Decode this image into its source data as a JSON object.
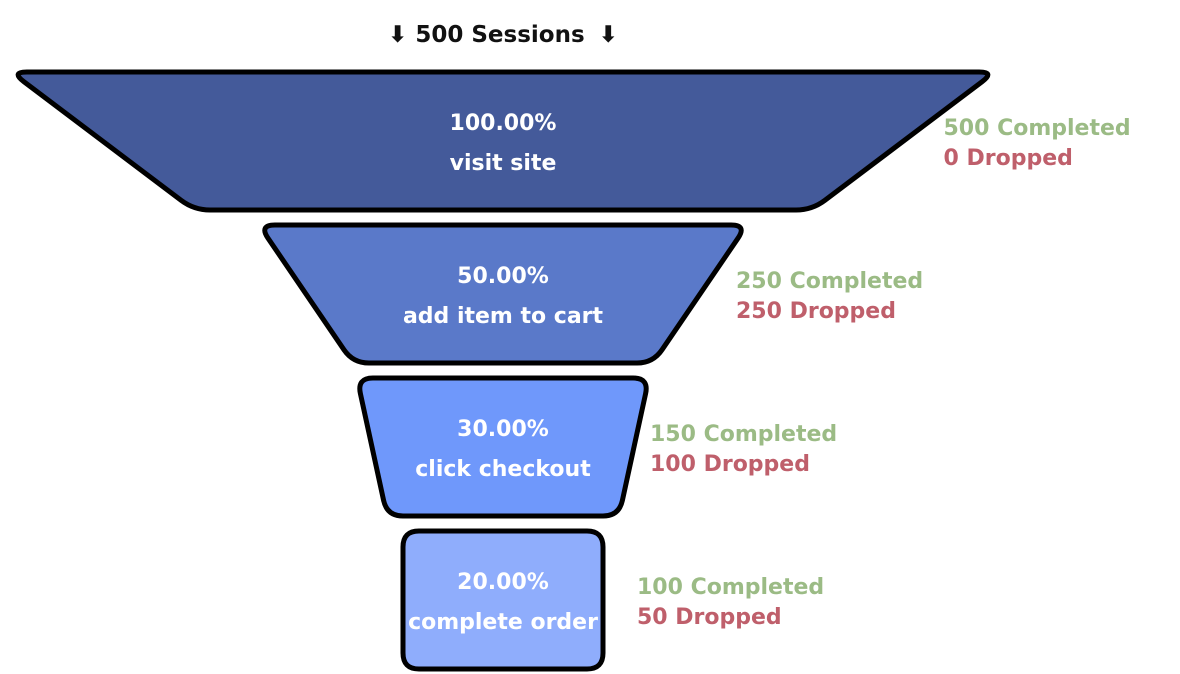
{
  "chart_data": {
    "type": "funnel",
    "header": {
      "arrow_left": "⬇",
      "text": "500 Sessions",
      "arrow_right": "⬇"
    },
    "stages": [
      {
        "percent": "100.00%",
        "label": "visit site",
        "value": 500,
        "completed": "500 Completed",
        "dropped": "0 Dropped",
        "color": "#445a9a"
      },
      {
        "percent": "50.00%",
        "label": "add item to cart",
        "value": 250,
        "completed": "250 Completed",
        "dropped": "250 Dropped",
        "color": "#5a79c9"
      },
      {
        "percent": "30.00%",
        "label": "click checkout",
        "value": 150,
        "completed": "150 Completed",
        "dropped": "100 Dropped",
        "color": "#6f98fb"
      },
      {
        "percent": "20.00%",
        "label": "complete order",
        "value": 100,
        "completed": "100 Completed",
        "dropped": "50 Dropped",
        "color": "#8fadfc"
      }
    ],
    "colors": {
      "completed": "#9bbb85",
      "dropped": "#bf5f6b",
      "outline": "#000000"
    }
  }
}
